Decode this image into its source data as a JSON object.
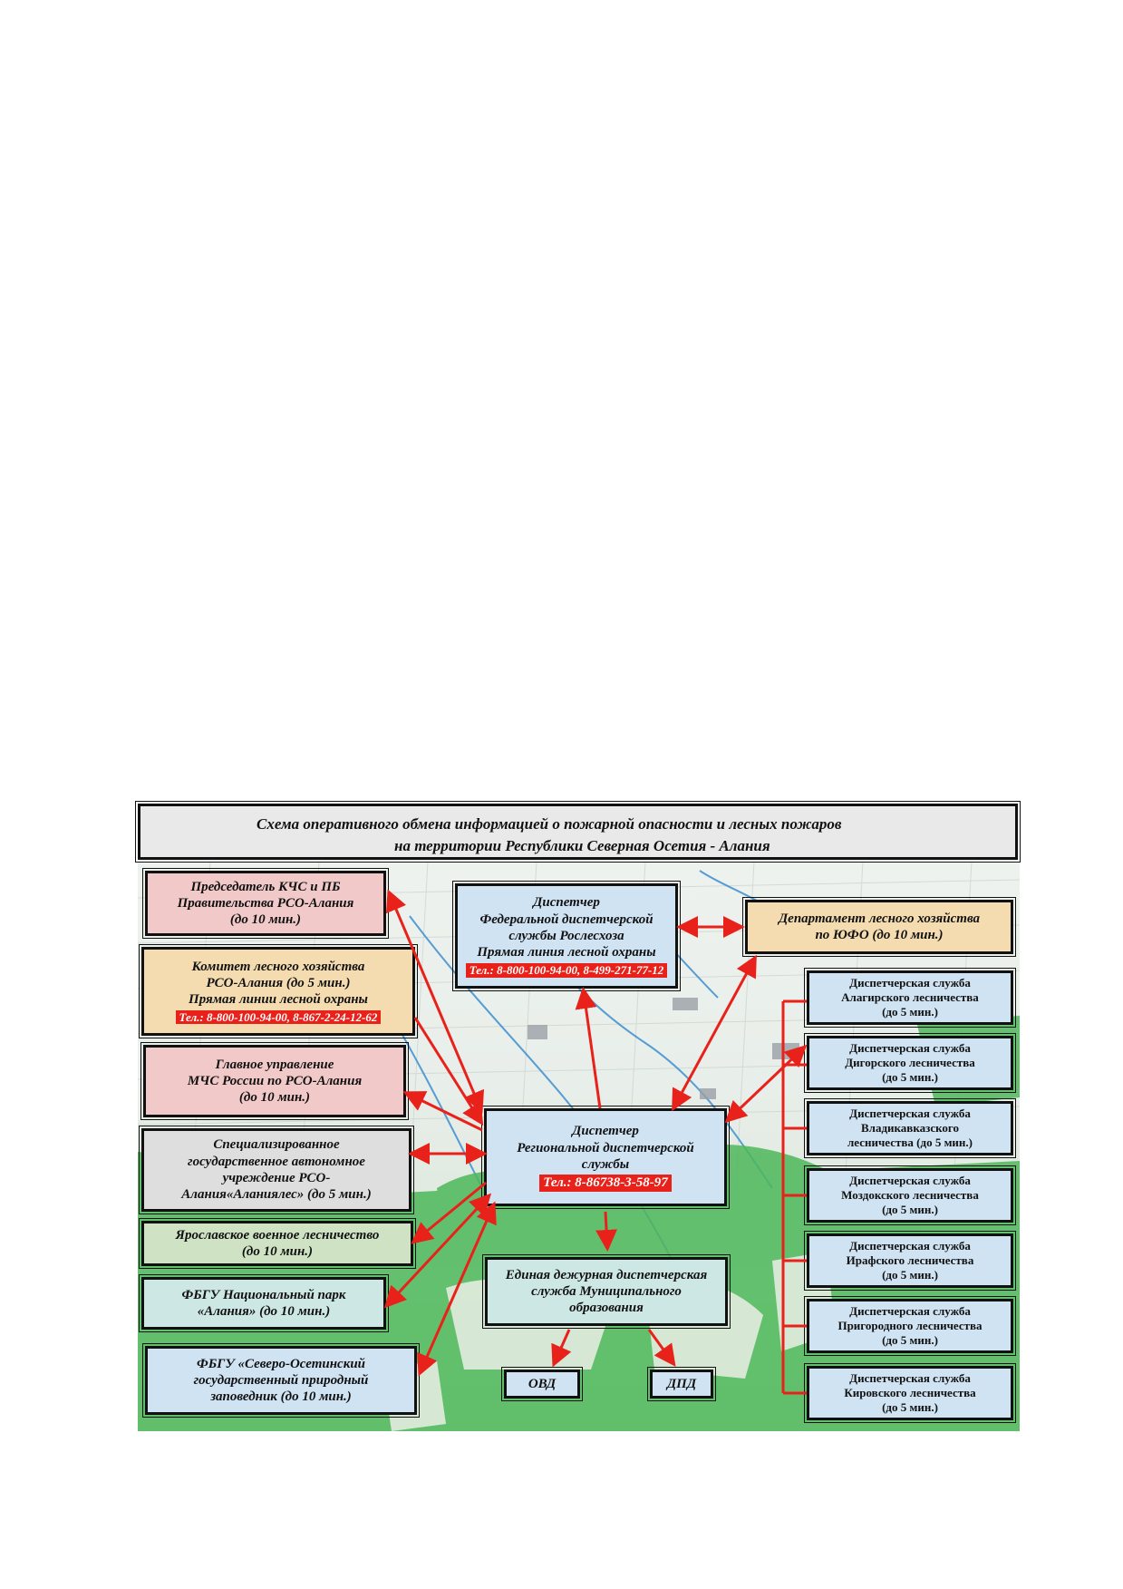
{
  "title": {
    "line1": "Схема оперативного обмена информацией о пожарной опасности и лесных пожаров",
    "line2": "на территории Республики Северная Осетия - Алания"
  },
  "left": [
    {
      "lines": [
        "Председатель КЧС и ПБ",
        "Правительства РСО-Алания",
        "(до 10 мин.)"
      ]
    },
    {
      "lines": [
        "Комитет лесного хозяйства",
        "РСО-Алания (до 5 мин.)",
        "Прямая линии лесной охраны"
      ],
      "phone": "Тел.: 8-800-100-94-00, 8-867-2-24-12-62"
    },
    {
      "lines": [
        "Главное управление",
        "МЧС России по РСО-Алания",
        "(до 10 мин.)"
      ]
    },
    {
      "lines": [
        "Специализированное",
        "государственное автономное",
        "учреждение РСО-",
        "Алания«Аланиялес» (до 5 мин.)"
      ]
    },
    {
      "lines": [
        "Ярославское военное лесничество",
        "(до 10 мин.)"
      ]
    },
    {
      "lines": [
        "ФБГУ Национальный парк",
        "«Алания» (до 10 мин.)"
      ]
    },
    {
      "lines": [
        "ФБГУ «Северо-Осетинский",
        "государственный природный",
        "заповедник  (до 10 мин.)"
      ]
    }
  ],
  "federal": {
    "lines": [
      "Диспетчер",
      "Федеральной диспетчерской",
      "службы Рослесхоза",
      "Прямая линия лесной охраны"
    ],
    "phone": "Тел.: 8-800-100-94-00, 8-499-271-77-12"
  },
  "department": {
    "lines": [
      "Департамент лесного хозяйства",
      "по ЮФО (до 10 мин.)"
    ]
  },
  "regional": {
    "lines": [
      "Диспетчер",
      "Региональной диспетчерской",
      "службы"
    ],
    "phone": "Тел.: 8-86738-3-58-97"
  },
  "municipal": {
    "lines": [
      "Единая дежурная диспетчерская",
      "служба Муниципального",
      "образования"
    ]
  },
  "bottom": {
    "ovd": "ОВД",
    "dpd": "ДПД"
  },
  "right": [
    {
      "lines": [
        "Диспетчерская служба",
        "Алагирского лесничества",
        "(до 5 мин.)"
      ]
    },
    {
      "lines": [
        "Диспетчерская служба",
        "Дигорского лесничества",
        "(до 5 мин.)"
      ]
    },
    {
      "lines": [
        "Диспетчерская служба",
        "Владикавказского",
        "лесничества (до 5 мин.)"
      ]
    },
    {
      "lines": [
        "Диспетчерская служба",
        "Моздокского лесничества",
        "(до 5 мин.)"
      ]
    },
    {
      "lines": [
        "Диспетчерская служба",
        "Ирафского лесничества",
        "(до 5 мин.)"
      ]
    },
    {
      "lines": [
        "Диспетчерская служба",
        "Пригородного лесничества",
        "(до 5 мин.)"
      ]
    },
    {
      "lines": [
        "Диспетчерская служба",
        "Кировского лесничества",
        "(до 5 мин.)"
      ]
    }
  ],
  "colors": {
    "arrow": "#e8221a",
    "phone_bg": "#e8221a",
    "forest": "#4db85a"
  }
}
